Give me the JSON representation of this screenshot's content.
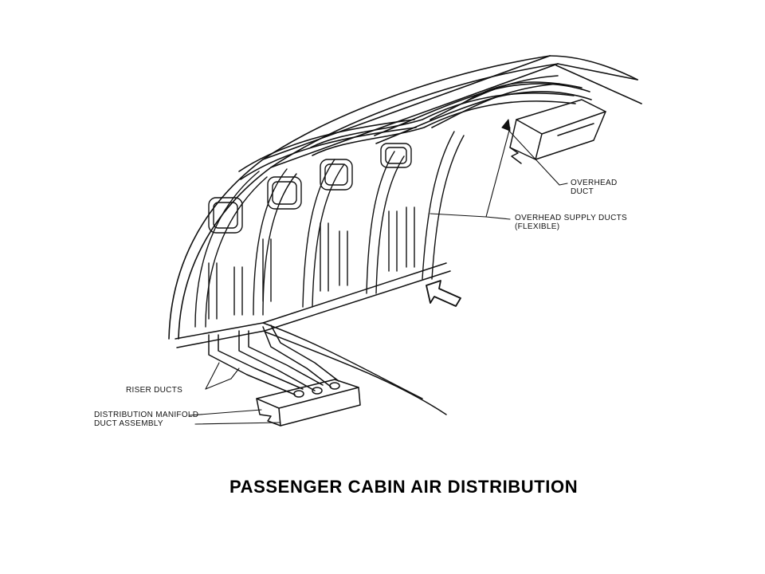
{
  "figure": {
    "title": "PASSENGER CABIN AIR DISTRIBUTION",
    "labels": {
      "overhead_duct_line1": "OVERHEAD",
      "overhead_duct_line2": "DUCT",
      "supply_ducts_line1": "OVERHEAD SUPPLY DUCTS",
      "supply_ducts_line2": "(FLEXIBLE)",
      "riser_ducts": "RISER DUCTS",
      "manifold_line1": "DISTRIBUTION MANIFOLD",
      "manifold_line2": "DUCT ASSEMBLY"
    }
  }
}
